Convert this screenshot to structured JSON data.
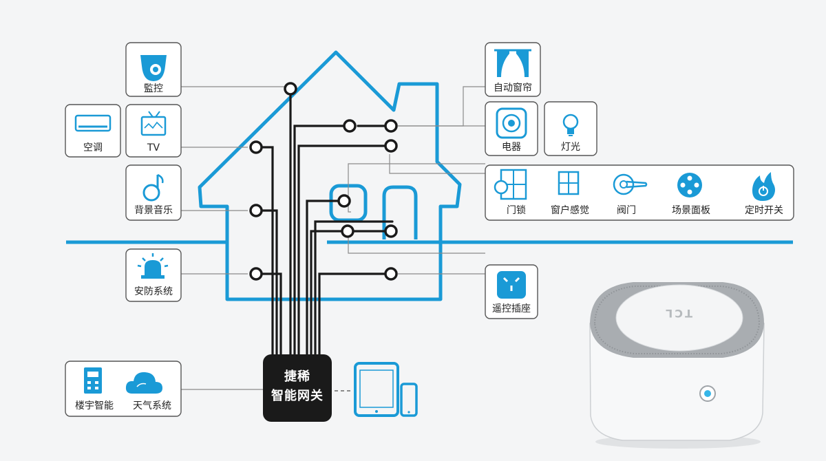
{
  "devices": {
    "monitor": "監控",
    "ac": "空调",
    "tv": "TV",
    "music": "背景音乐",
    "security": "安防系统",
    "building": "楼宇智能",
    "weather": "天气系统",
    "curtain": "自动窗帘",
    "appliance": "电器",
    "light": "灯光",
    "doorlock": "门锁",
    "window_sensor": "窗户感觉",
    "valve": "阀门",
    "scene_panel": "场景面板",
    "timer_switch": "定时开关",
    "remote_socket": "遥控插座"
  },
  "gateway": {
    "line1": "捷稀",
    "line2": "智能网关"
  },
  "product": {
    "brand": "TCL"
  },
  "colors": {
    "blue": "#1a9ad6",
    "dark": "#1a1a1a",
    "box_border": "#555555",
    "line_gray": "#8a8a8a"
  }
}
